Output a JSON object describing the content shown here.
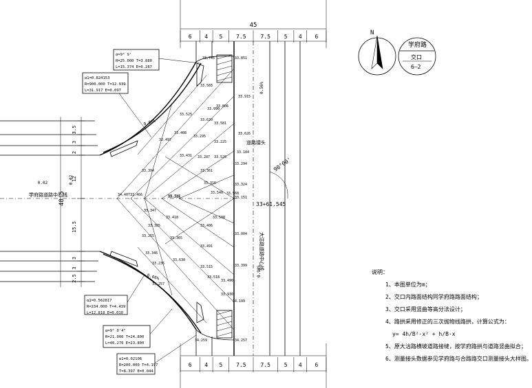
{
  "dims_top": [
    "6",
    "4",
    "5",
    "7.5",
    "7.5",
    "5",
    "4",
    "6"
  ],
  "dims_bottom": [
    "6",
    "4",
    "5",
    "7.5",
    "7.5",
    "5",
    "4",
    "6"
  ],
  "total_width": "45",
  "dims_left": [
    "3.5",
    "3",
    "2",
    "12",
    "15.5",
    "3",
    "3",
    "2.5"
  ],
  "total_height": "48.5",
  "title_block": {
    "line1": "学府路",
    "line2": "交口",
    "line3": "6—2"
  },
  "north_label": "N",
  "road_label_xuefu": "学府路道路中心线",
  "road_label_dagu": "大沽路道路中心线",
  "station": "33+61.545",
  "angle": "90°00'",
  "joint_label": "道路接头",
  "curves": [
    {
      "line1": "α=9° 9'",
      "line2": "R=25.000  T=3.880",
      "line3": "L=15.374  E=0.287"
    },
    {
      "line1": "α1=0.824153",
      "line2": "R=900.000  T=12.939",
      "line3": "L=31.917  E=0.097"
    },
    {
      "line1": "α1=0.562817",
      "line2": "R=234.000  T=4.439",
      "line3": "L=12.818  E=0.010"
    },
    {
      "line1": "α=9° 0'4\"",
      "line2": "R=21.000  T=24.800",
      "line3": "L=40.270  E=23.800"
    },
    {
      "line1": "α1=0.02106",
      "line2": "R=200.000  T=4.197",
      "line3": "T=8.397  E=0.044"
    }
  ],
  "elevations": [
    "33.745",
    "33.851",
    "33.583",
    "33.915",
    "33.990",
    "33.806",
    "33.626",
    "33.525",
    "33.620",
    "33.581",
    "33.184",
    "33.295",
    "33.225",
    "33.408",
    "33.497",
    "33.287",
    "33.294",
    "33.361",
    "33.431",
    "33.520",
    "33.324",
    "33.568",
    "33.466",
    "33.215",
    "33.316",
    "33.540",
    "33.151",
    "34.407",
    "33.722",
    "33.394",
    "33.347",
    "33.418",
    "33.508",
    "33.385",
    "33.255",
    "33.406",
    "33.346",
    "33.491",
    "33.004",
    "33.365",
    "33.236",
    "33.630",
    "33.399",
    "33.518",
    "33.490",
    "33.515",
    "33.930",
    "33.257",
    "34.199",
    "34.257",
    "34.259"
  ],
  "side_labels": [
    "0.02",
    "0.02",
    "0.06%",
    "0.56%",
    "0.90%",
    "0.06%"
  ],
  "notes_title": "说明：",
  "notes": [
    "1、本图单位为m；",
    "2、交口内路面结构同学府路路面结构；",
    "3、交口采用竖曲等高分法设计；",
    "4、路拱采用修正的三次抛物线路拱，计算公式为：",
    "y= 4h/B²·x² + h/B·x",
    "5、原大沽路横坡道路接缝，按学府路拱与道路竖曲拟合；",
    "6、测量接头数据参见学府路与合路路交口测量接头大样图。"
  ]
}
